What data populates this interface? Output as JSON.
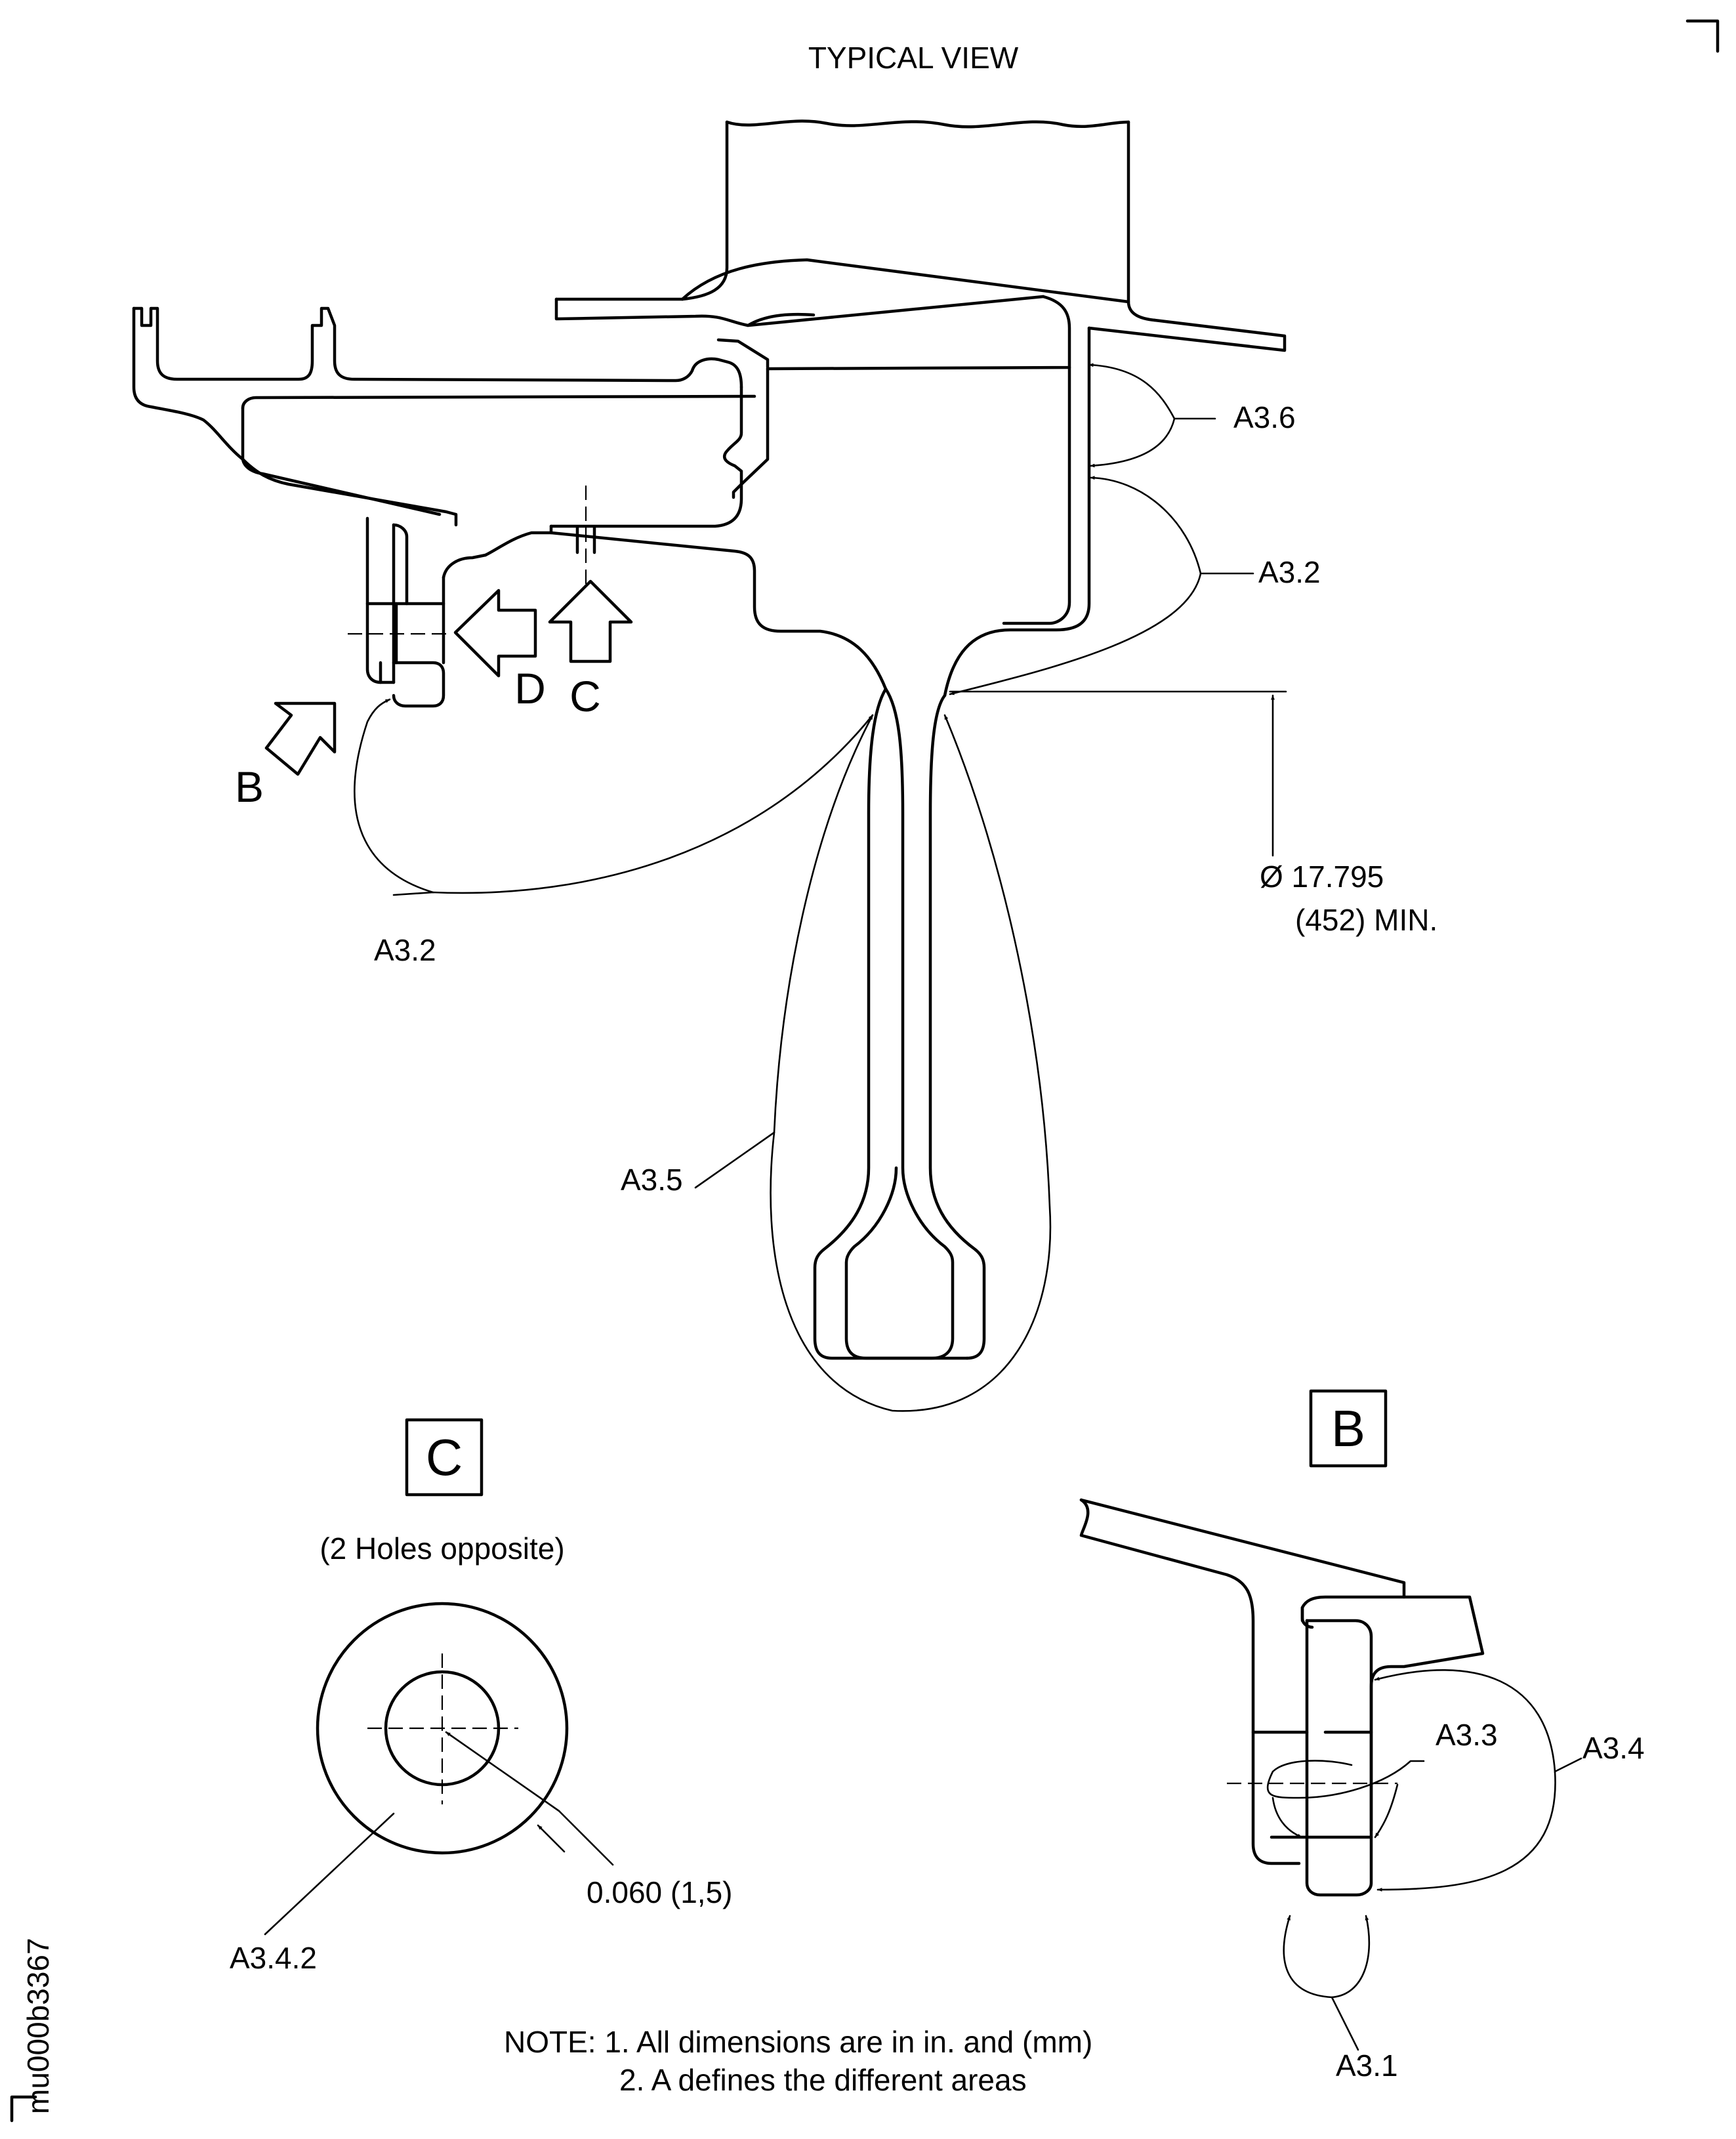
{
  "drawing": {
    "title": "TYPICAL VIEW",
    "view_markers": {
      "b": "B",
      "c": "C",
      "d": "D"
    },
    "dimension": {
      "line1": "Ø 17.795",
      "line2": "(452) MIN."
    },
    "areas": {
      "a36": "A3.6",
      "a32_right": "A3.2",
      "a32_left": "A3.2",
      "a35": "A3.5",
      "a33": "A3.3",
      "a34": "A3.4",
      "a31": "A3.1",
      "a342": "A3.4.2"
    },
    "detail_c": {
      "label": "C",
      "subtitle": "(2 Holes opposite)",
      "dimension": "0.060 (1,5)"
    },
    "detail_b": {
      "label": "B"
    },
    "notes": {
      "line1": "NOTE: 1. All dimensions are in in. and (mm)",
      "line2": "2. A defines the different areas"
    },
    "figure_id": "mu000b3367"
  }
}
